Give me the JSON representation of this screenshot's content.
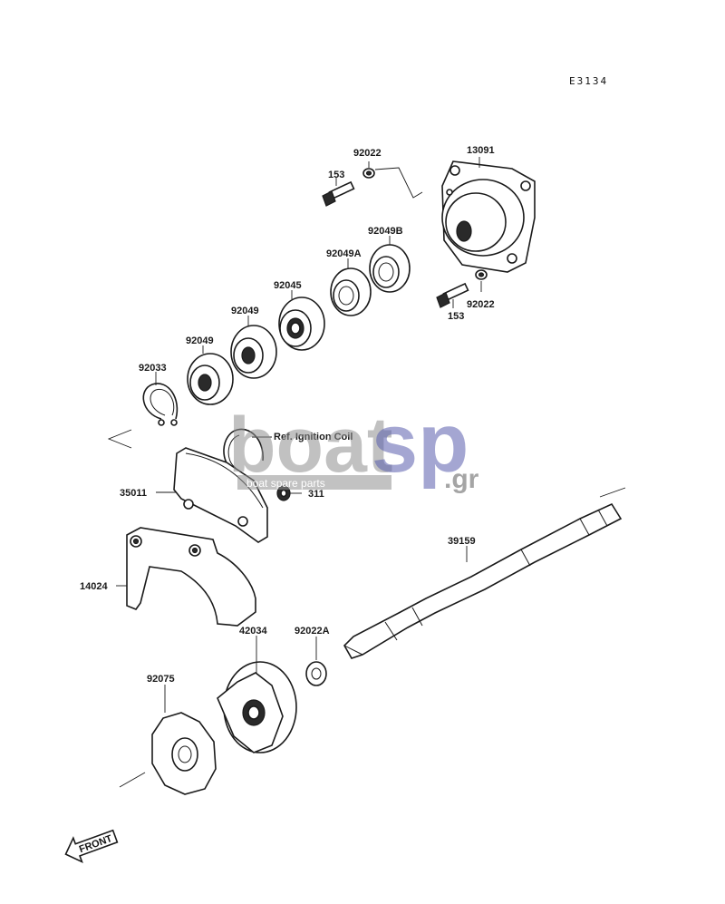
{
  "diagram_code": "E3134",
  "callouts": {
    "c92022_top": "92022",
    "c13091": "13091",
    "c153_top": "153",
    "c92049B": "92049B",
    "c92049A": "92049A",
    "c92045": "92045",
    "c92049_a": "92049",
    "c92049_b": "92049",
    "c92033": "92033",
    "c153_bottom": "153",
    "c92022_bottom": "92022",
    "ref_ignition_coil": "Ref. Ignition Coil",
    "c35011": "35011",
    "c311": "311",
    "c14024": "14024",
    "c39159": "39159",
    "c42034": "42034",
    "c92022A": "92022A",
    "c92075": "92075"
  },
  "watermark": {
    "brand_left": "boat",
    "brand_right": "sp",
    "tld": ".gr",
    "tagline": "boat spare parts"
  },
  "front_marker": "FRONT",
  "colors": {
    "ink": "#1a1a1a",
    "watermark_gray": "#8f8f8f",
    "watermark_blue": "#5a5fae"
  }
}
